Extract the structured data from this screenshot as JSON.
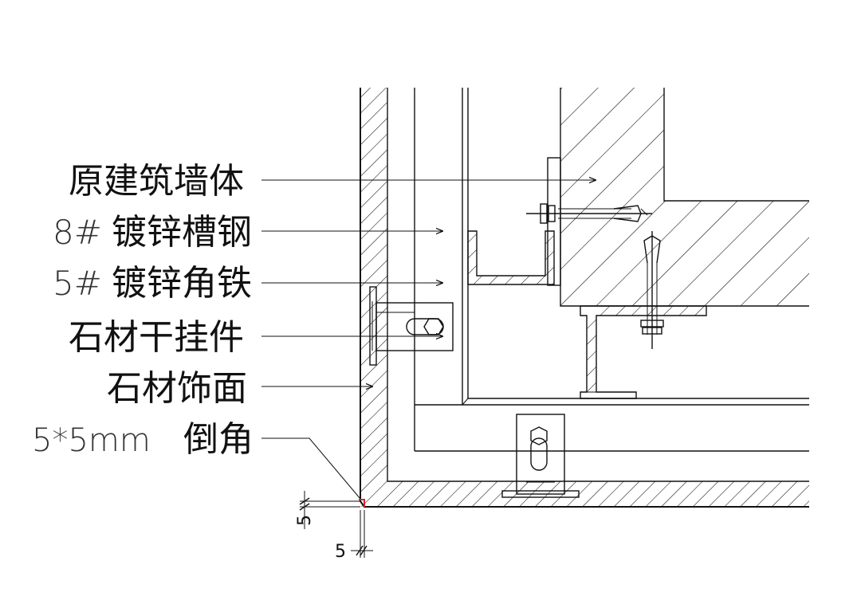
{
  "labels": {
    "wall": "原建筑墙体",
    "channel_prefix": "8#",
    "channel": "镀锌槽钢",
    "angle_prefix": "5#",
    "angle": "镀锌角铁",
    "hanger": "石材干挂件",
    "stone": "石材饰面",
    "chamfer_prefix": "5*5mm",
    "chamfer": "倒角"
  },
  "dimensions": {
    "vertical": "5",
    "horizontal": "5"
  },
  "colors": {
    "line": "#111111",
    "chamfer_mark": "#e0202a"
  }
}
